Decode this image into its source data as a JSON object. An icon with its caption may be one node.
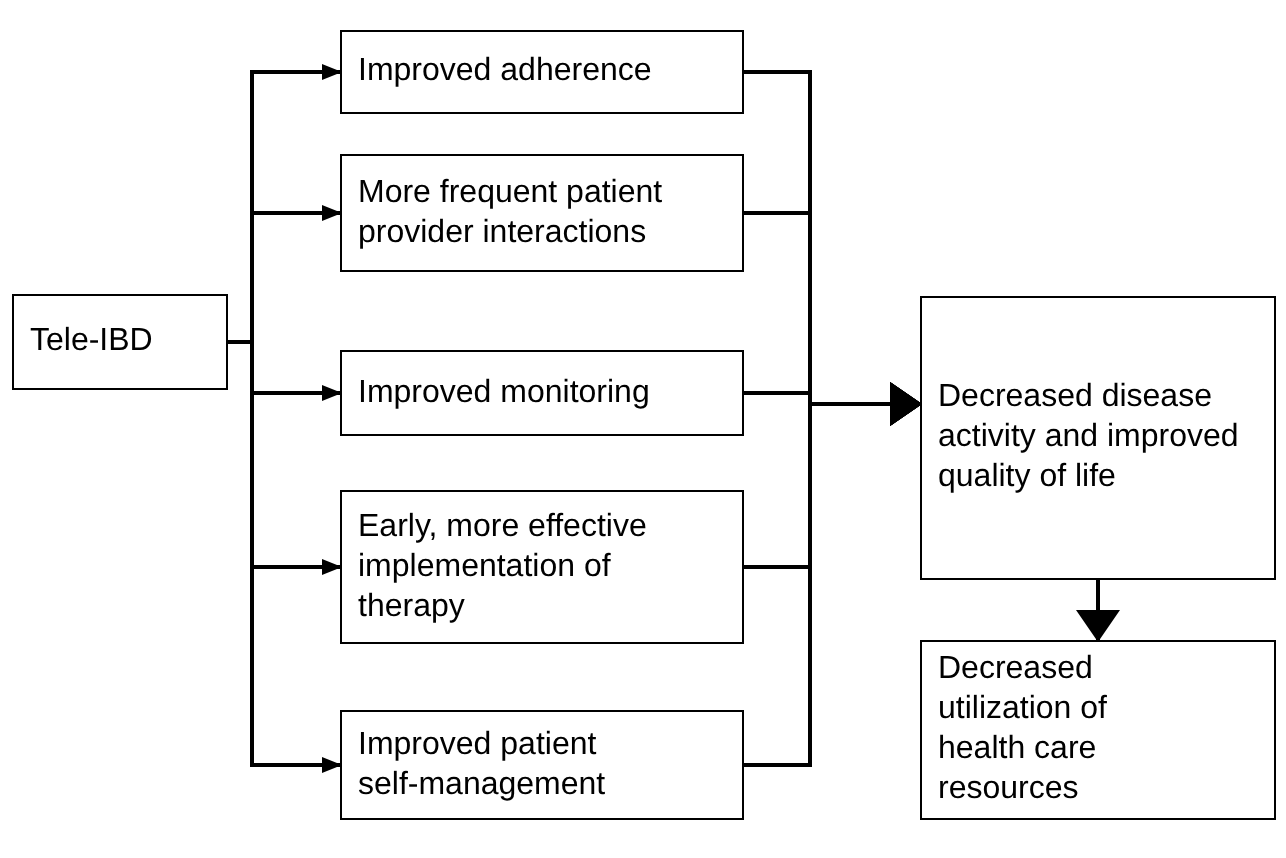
{
  "diagram": {
    "nodes": [
      {
        "text": [
          "Tele-IBD"
        ]
      },
      {
        "text": [
          "Improved adherence"
        ]
      },
      {
        "text": [
          "More frequent patient provider interactions"
        ]
      },
      {
        "text": [
          "Improved monitoring"
        ]
      },
      {
        "text": [
          "Early, more effective implementation of therapy"
        ]
      },
      {
        "text": [
          "Improved patient self-management"
        ]
      },
      {
        "text": [
          "Decreased disease activity and improved quality of life"
        ]
      },
      {
        "text": [
          "Decreased utilization of health care resources"
        ]
      }
    ],
    "edges": [
      {
        "from": 0,
        "to": 1,
        "arrow": "to"
      },
      {
        "from": 0,
        "to": 2,
        "arrow": "to"
      },
      {
        "from": 0,
        "to": 3,
        "arrow": "to"
      },
      {
        "from": 0,
        "to": 4,
        "arrow": "to"
      },
      {
        "from": 0,
        "to": 5,
        "arrow": "to"
      },
      {
        "from": 1,
        "to": 6,
        "arrow": "to"
      },
      {
        "from": 2,
        "to": 6,
        "arrow": "to"
      },
      {
        "from": 3,
        "to": 6,
        "arrow": "to"
      },
      {
        "from": 4,
        "to": 6,
        "arrow": "to"
      },
      {
        "from": 5,
        "to": 6,
        "arrow": "to"
      },
      {
        "from": 6,
        "to": 7,
        "arrow": "to"
      }
    ]
  }
}
